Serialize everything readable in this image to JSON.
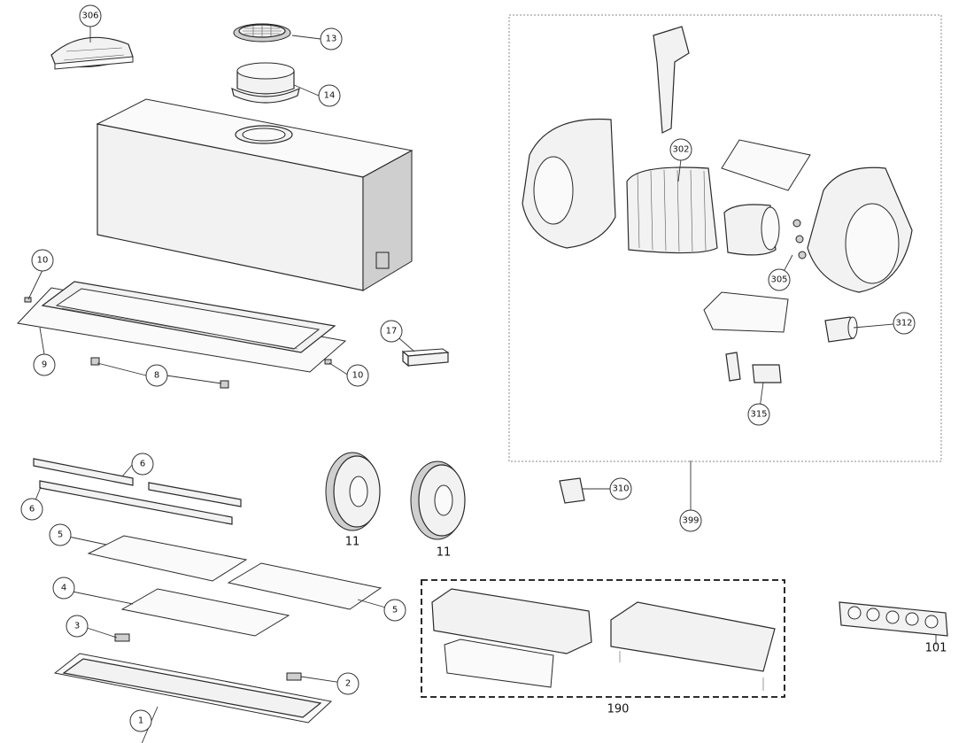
{
  "diagram": {
    "callouts": [
      {
        "id": "306",
        "label": "306"
      },
      {
        "id": "13",
        "label": "13"
      },
      {
        "id": "14",
        "label": "14"
      },
      {
        "id": "10a",
        "label": "10"
      },
      {
        "id": "9",
        "label": "9"
      },
      {
        "id": "8",
        "label": "8"
      },
      {
        "id": "10b",
        "label": "10"
      },
      {
        "id": "17",
        "label": "17"
      },
      {
        "id": "6a",
        "label": "6"
      },
      {
        "id": "6b",
        "label": "6"
      },
      {
        "id": "5a",
        "label": "5"
      },
      {
        "id": "4",
        "label": "4"
      },
      {
        "id": "5b",
        "label": "5"
      },
      {
        "id": "3",
        "label": "3"
      },
      {
        "id": "2",
        "label": "2"
      },
      {
        "id": "1",
        "label": "1"
      },
      {
        "id": "302",
        "label": "302"
      },
      {
        "id": "305",
        "label": "305"
      },
      {
        "id": "312",
        "label": "312"
      },
      {
        "id": "315",
        "label": "315"
      },
      {
        "id": "310",
        "label": "310"
      },
      {
        "id": "399",
        "label": "399"
      }
    ],
    "plain_labels": [
      {
        "id": "11a",
        "label": "11"
      },
      {
        "id": "11b",
        "label": "11"
      },
      {
        "id": "190",
        "label": "190"
      },
      {
        "id": "101",
        "label": "101"
      }
    ]
  }
}
